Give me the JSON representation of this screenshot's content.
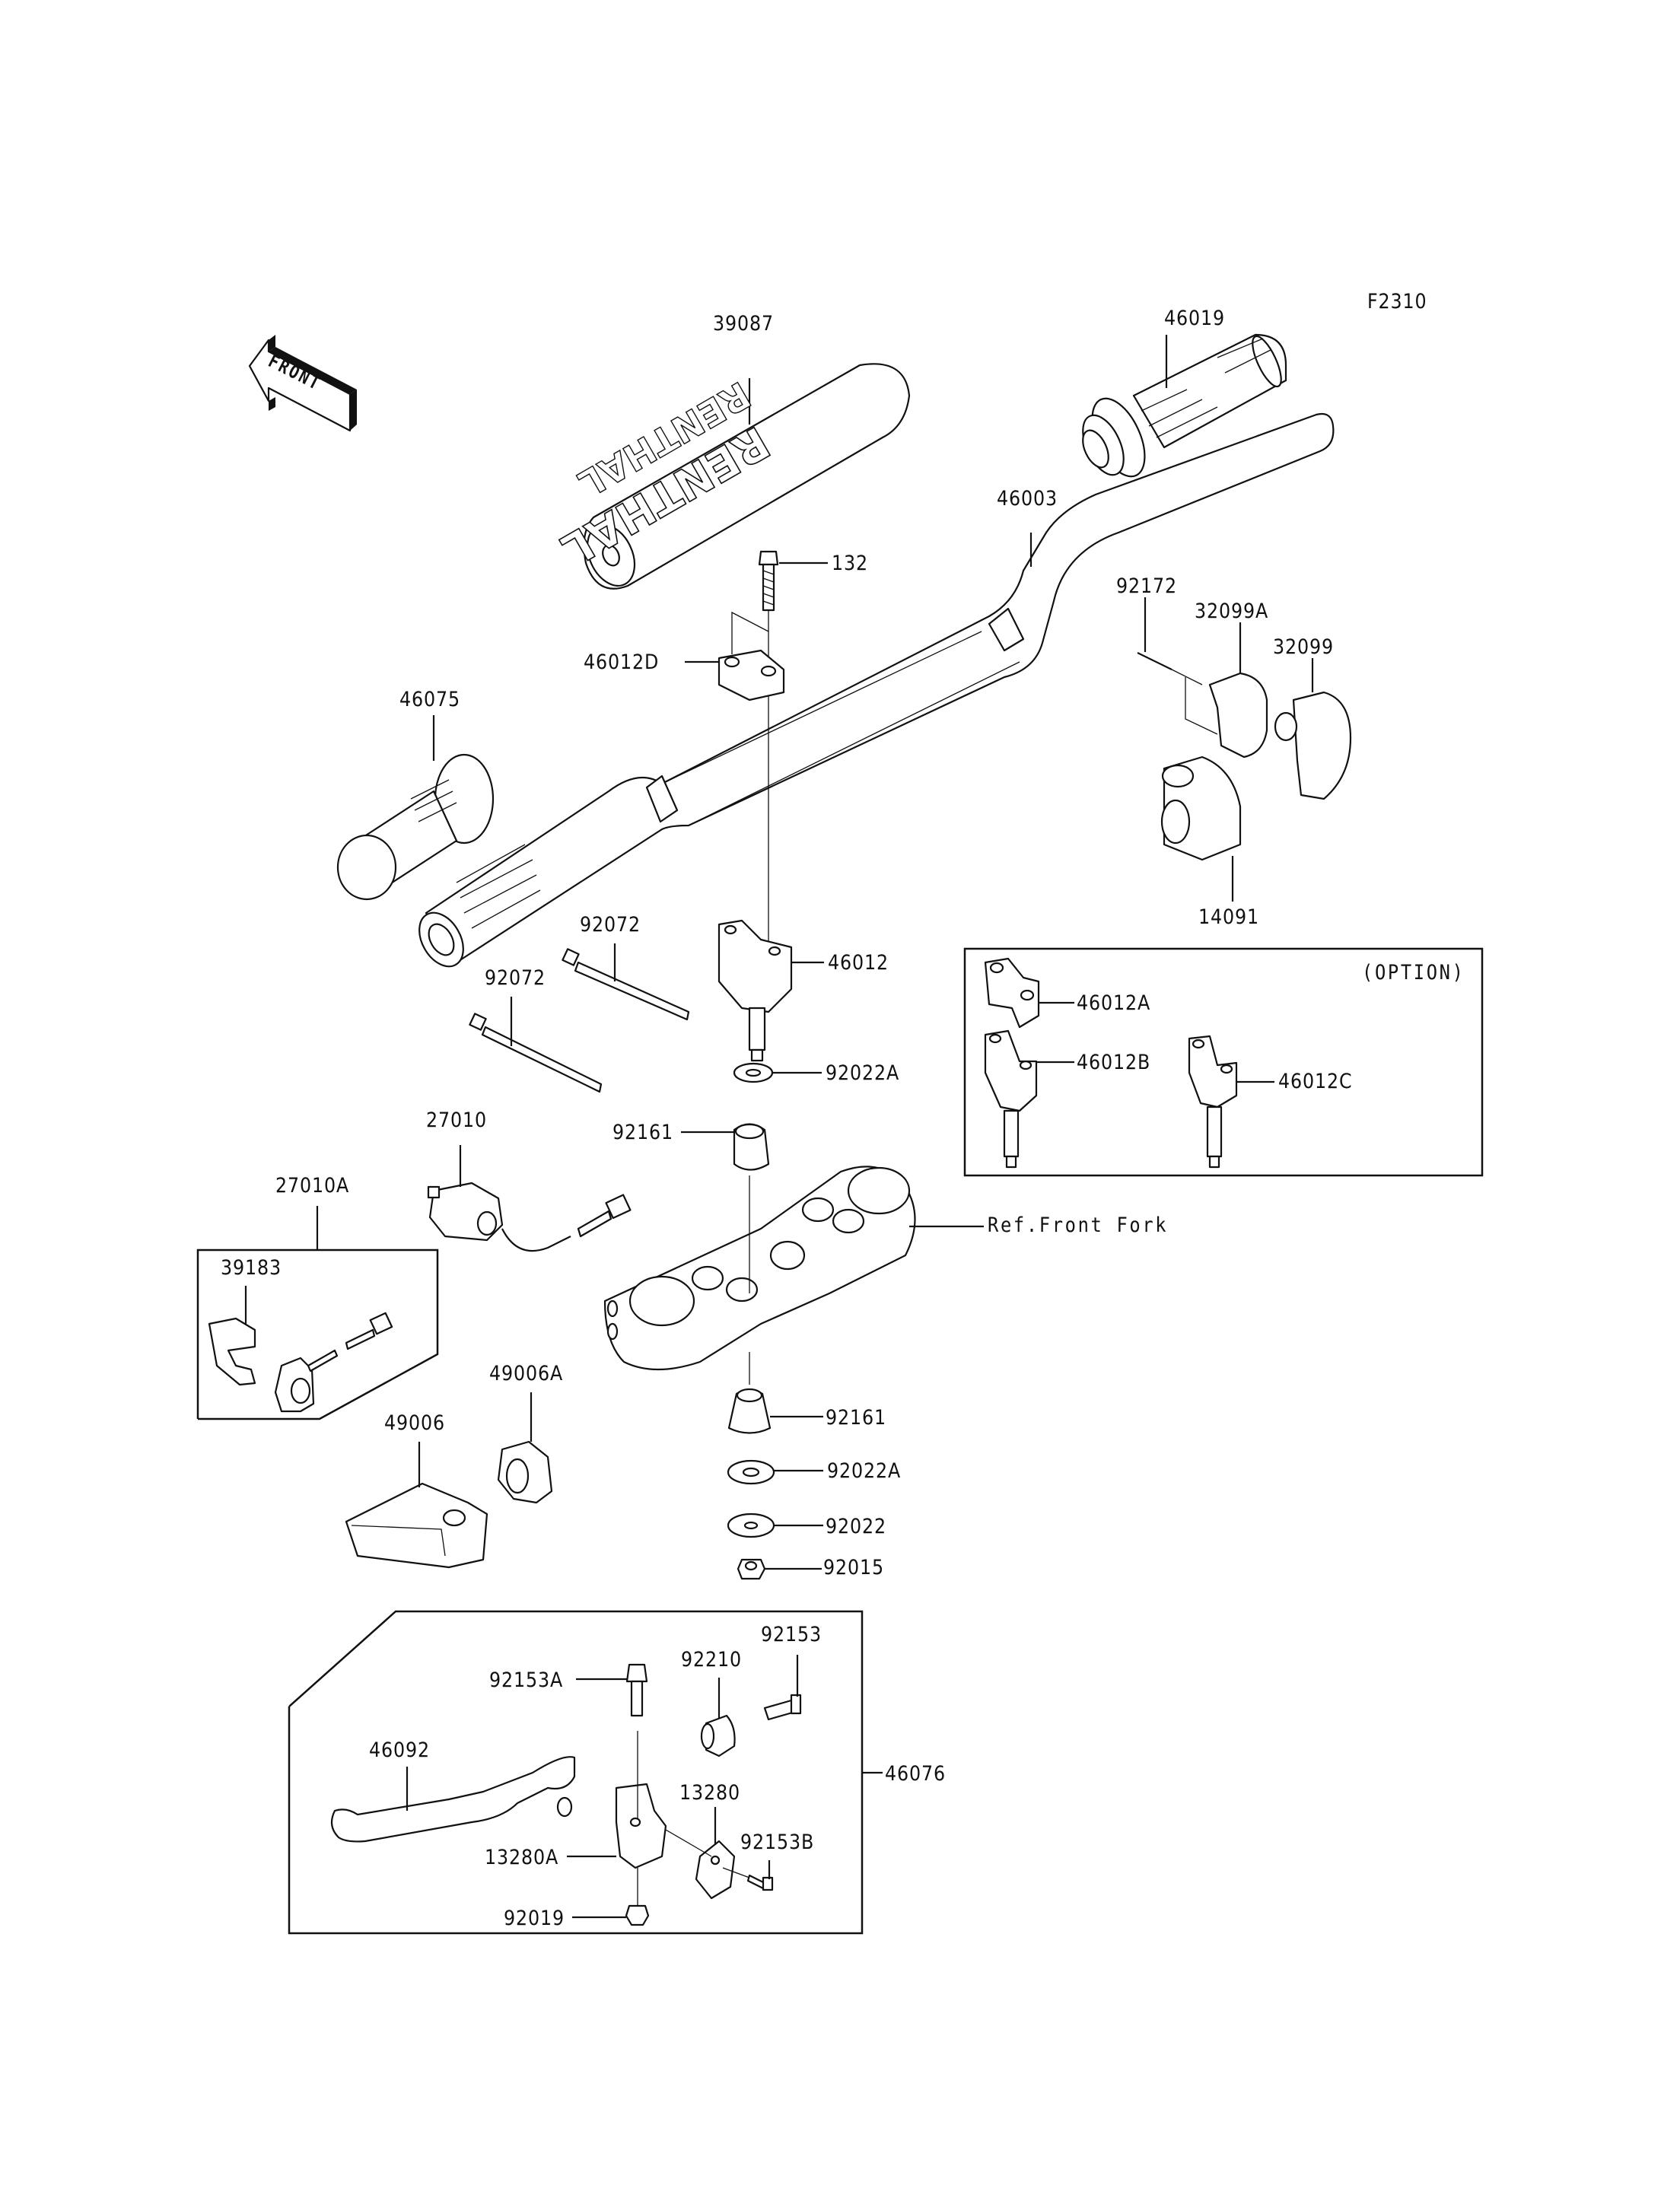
{
  "diagram": {
    "figure_code": "F2310",
    "direction_arrow": {
      "icon": "front-arrow-icon",
      "text": "FRONT"
    },
    "pad_brand_text": "RENTHAL",
    "option_box": {
      "title": "(OPTION)"
    },
    "reference_note": "Ref.Front Fork",
    "parts": [
      {
        "id": "39087",
        "name": "handlebar-pad"
      },
      {
        "id": "46019",
        "name": "throttle-grip"
      },
      {
        "id": "46003",
        "name": "handlebar"
      },
      {
        "id": "132",
        "name": "clamp-bolt"
      },
      {
        "id": "46012D",
        "name": "upper-clamp"
      },
      {
        "id": "92172",
        "name": "screw"
      },
      {
        "id": "32099A",
        "name": "throttle-case-lower"
      },
      {
        "id": "32099",
        "name": "throttle-case-upper"
      },
      {
        "id": "46075",
        "name": "left-grip"
      },
      {
        "id": "14091",
        "name": "throttle-cover"
      },
      {
        "id": "92072",
        "name": "cable-tie-upper"
      },
      {
        "id": "92072",
        "name": "cable-tie-lower"
      },
      {
        "id": "46012",
        "name": "handlebar-holder"
      },
      {
        "id": "92022A",
        "name": "washer-upper"
      },
      {
        "id": "46012A",
        "name": "option-clamp-a"
      },
      {
        "id": "46012B",
        "name": "option-holder-b"
      },
      {
        "id": "46012C",
        "name": "option-holder-c"
      },
      {
        "id": "92161",
        "name": "damper-upper"
      },
      {
        "id": "27010",
        "name": "engine-stop-switch"
      },
      {
        "id": "27010A",
        "name": "switch-assembly"
      },
      {
        "id": "39183",
        "name": "switch-clamp"
      },
      {
        "id": "49006A",
        "name": "adjuster-nut"
      },
      {
        "id": "49006",
        "name": "cover"
      },
      {
        "id": "92161",
        "name": "damper-lower"
      },
      {
        "id": "92022A",
        "name": "washer-lower"
      },
      {
        "id": "92022",
        "name": "washer"
      },
      {
        "id": "92015",
        "name": "nut"
      },
      {
        "id": "92153",
        "name": "adjuster-bolt"
      },
      {
        "id": "92210",
        "name": "adjuster"
      },
      {
        "id": "92153A",
        "name": "pivot-bolt"
      },
      {
        "id": "46092",
        "name": "clutch-lever"
      },
      {
        "id": "46076",
        "name": "clutch-lever-assembly"
      },
      {
        "id": "13280",
        "name": "holder-clamp"
      },
      {
        "id": "92153B",
        "name": "clamp-bolt-b"
      },
      {
        "id": "13280A",
        "name": "lever-holder"
      },
      {
        "id": "92019",
        "name": "lever-nut"
      }
    ]
  }
}
